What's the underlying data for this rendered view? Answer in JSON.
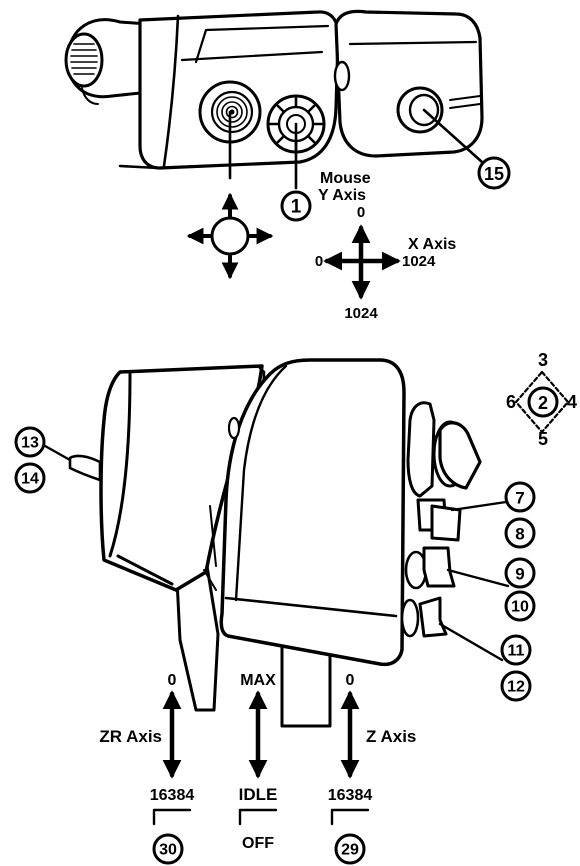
{
  "callouts": {
    "c1": "1",
    "c2": "2",
    "c7": "7",
    "c8": "8",
    "c9": "9",
    "c10": "10",
    "c11": "11",
    "c12": "12",
    "c13": "13",
    "c14": "14",
    "c15": "15",
    "c29": "29",
    "c30": "30"
  },
  "hat_directions": {
    "up": "3",
    "right": "4",
    "down": "5",
    "left": "6"
  },
  "mouse": {
    "title_line1": "Mouse",
    "title_line2": "Y Axis",
    "y_min": "0",
    "y_max": "1024",
    "x_label": "X Axis",
    "x_min": "0",
    "x_max": "1024"
  },
  "axes": {
    "zr_label": "ZR Axis",
    "zr_top": "0",
    "zr_bottom": "16384",
    "throttle_top": "MAX",
    "throttle_bottom": "IDLE",
    "throttle_off": "OFF",
    "z_label": "Z Axis",
    "z_top": "0",
    "z_bottom": "16384"
  }
}
